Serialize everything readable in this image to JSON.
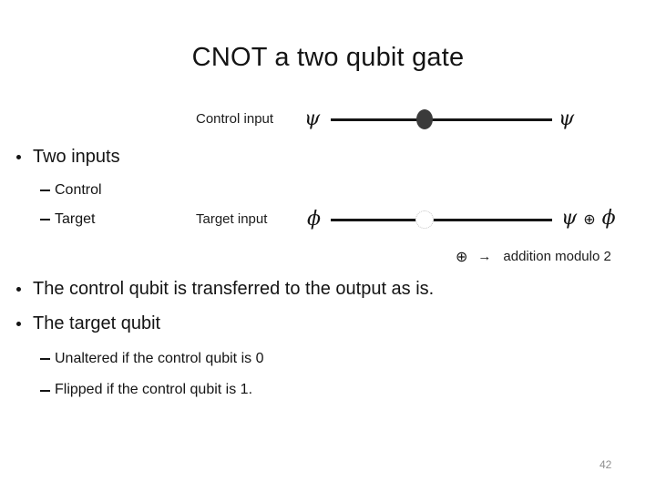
{
  "title": "CNOT a two qubit gate",
  "page_number": "42",
  "colors": {
    "background": "#ffffff",
    "text": "#141414",
    "wire": "#151515",
    "control_dot": "#3a3a3a",
    "target_circle_border": "#c6c6c6",
    "page_number": "#8f8f8f"
  },
  "diagram": {
    "control": {
      "label": "Control input",
      "input_symbol": "ψ",
      "output_symbol": "ψ"
    },
    "target": {
      "label": "Target input",
      "input_symbol": "ϕ",
      "output_psi": "ψ",
      "output_oplus": "⊕",
      "output_phi": "ϕ"
    },
    "legend": {
      "symbol": "⊕",
      "arrow": "→",
      "text": "addition modulo 2"
    }
  },
  "bullets": {
    "two_inputs": {
      "label": "Two inputs",
      "children": {
        "control": "Control",
        "target": "Target"
      }
    },
    "control_transfer": "The control qubit is transferred to the output as is.",
    "target_qubit": "The target qubit",
    "target_children": {
      "unaltered": "Unaltered if the control qubit is 0",
      "flipped": "Flipped if the control qubit is 1."
    }
  }
}
